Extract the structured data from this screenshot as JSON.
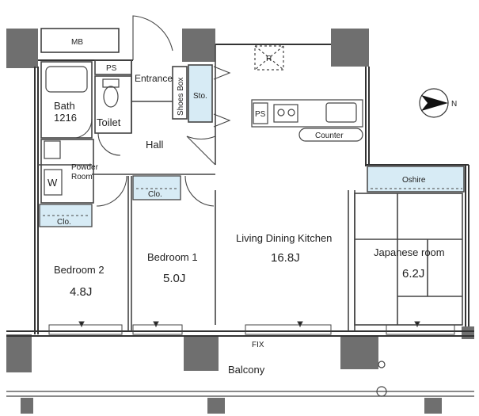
{
  "rooms": {
    "mb": "MB",
    "ps_top": "PS",
    "entrance": "Entrance",
    "shoes_box": "Shoes Box",
    "sto": "Sto.",
    "r_mark": "R",
    "bath_name": "Bath",
    "bath_size": "1216",
    "toilet": "Toilet",
    "ps_kitchen": "PS",
    "counter": "Counter",
    "hall": "Hall",
    "powder_room_1": "Powder",
    "powder_room_2": "Room",
    "washer": "W",
    "clo_hall": "Clo.",
    "clo_bed2": "Clo.",
    "oshiire": "Oshire",
    "ldk_name": "Living Dining Kitchen",
    "ldk_size": "16.8J",
    "japanese_name": "Japanese room",
    "japanese_size": "6.2J",
    "bed1_name": "Bedroom 1",
    "bed1_size": "5.0J",
    "bed2_name": "Bedroom 2",
    "bed2_size": "4.8J",
    "fix": "FIX",
    "balcony": "Balcony"
  },
  "compass": {
    "label": "N"
  },
  "colors": {
    "wall": "#6f6f6f",
    "line": "#333333",
    "storage_fill": "#d7ebf5"
  }
}
